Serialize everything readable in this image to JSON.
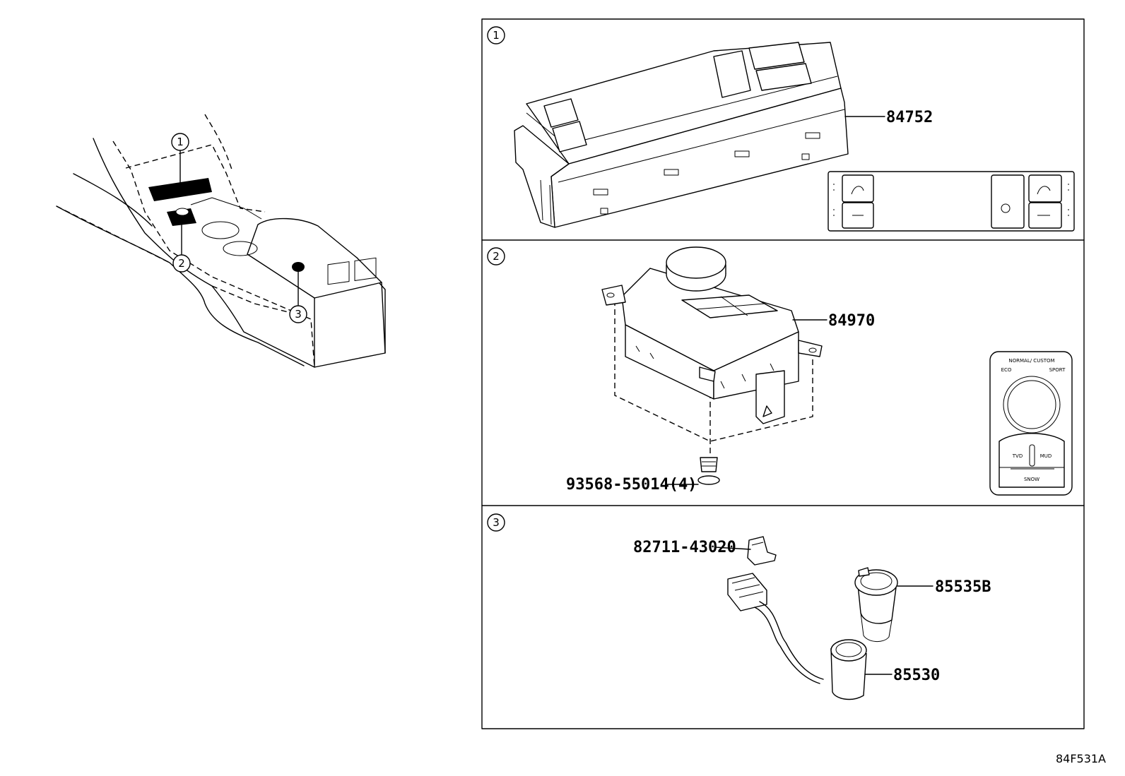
{
  "locator": {
    "markers": [
      "1",
      "2",
      "3"
    ]
  },
  "panels": [
    {
      "marker": "1",
      "parts": [
        "84752"
      ]
    },
    {
      "marker": "2",
      "parts": [
        "84970",
        "93568-55014(4)"
      ],
      "inset_labels": {
        "top": "NORMAL/ CUSTOM",
        "left": "ECO",
        "right": "SPORT",
        "middle": "TVD",
        "side": "MUD",
        "bottom": "SNOW"
      }
    },
    {
      "marker": "3",
      "parts": [
        "82711-43020",
        "85535B",
        "85530"
      ]
    }
  ],
  "reference_code": "84F531A"
}
